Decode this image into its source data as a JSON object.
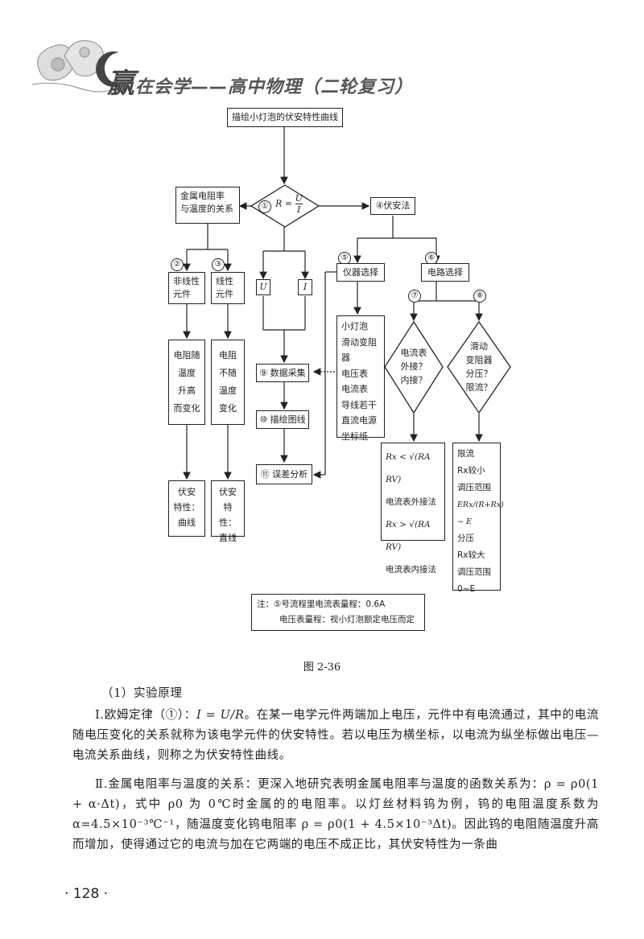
{
  "header": {
    "win_char": "赢",
    "title": "在会学——高中物理（二轮复习）"
  },
  "flow": {
    "top": "描绘小灯泡的伏安特性曲线",
    "n1": "①",
    "formula_lhs": "R =",
    "formula_num": "U",
    "formula_den": "I",
    "metal": [
      "金属电阻率",
      "与温度的关系"
    ],
    "n4_label": "④伏安法",
    "n2": "②",
    "n3": "③",
    "n5": "⑤",
    "n6": "⑥",
    "n7": "⑦",
    "n8": "⑧",
    "nonlinear": [
      "非线性",
      "元件"
    ],
    "linear": [
      "线性",
      "元件"
    ],
    "u_label": "U",
    "i_label": "I",
    "instrument": "仪器选择",
    "circuit": "电路选择",
    "resist_vary": [
      "电阻随",
      "温度",
      "升高",
      "而变化"
    ],
    "resist_fixed": [
      "电阻",
      "不随",
      "温度",
      "变化"
    ],
    "equipment": [
      "小灯泡",
      "滑动变阻器",
      "电压表",
      "电流表",
      "导线若干",
      "直流电源",
      "坐标纸"
    ],
    "ammeter_q": [
      "电流表",
      "外接？",
      "内接？"
    ],
    "rheo_q": [
      "滑动",
      "变阻器",
      "分压？",
      "限流？"
    ],
    "step9": "⑨ 数据采集",
    "step10": "⑩ 描绘图线",
    "step11": "⑪ 误差分析",
    "va_curve": [
      "伏安",
      "特性：",
      "曲线"
    ],
    "va_line": [
      "伏安",
      "特性：",
      "直线"
    ],
    "ext_cond": "Rx < √(RA RV)",
    "ext_label": "电流表外接法",
    "int_cond": "Rx > √(RA RV)",
    "int_label": "电流表内接法",
    "limit": [
      "限流",
      "Rx较小",
      "调压范围",
      "ERx/(R+Rx) ~ E",
      "分压",
      "Rx较大",
      "调压范围",
      "0~E"
    ],
    "note1": "注：⑤号流程里电流表量程：0.6A",
    "note2": "电压表量程：视小灯泡额定电压而定"
  },
  "caption": "图 2-36",
  "body": {
    "p0": "（1）实验原理",
    "p1_a": "Ⅰ.欧姆定律（①）：",
    "p1_eq": "I = U/R",
    "p1_b": "。在某一电学元件两端加上电压，元件中有电流通过，其中的电流随电压变化的关系就称为该电学元件的伏安特性。若以电压为横坐标，以电流为纵坐标做出电压—电流关系曲线，则称之为伏安特性曲线。",
    "p2": "Ⅱ.金属电阻率与温度的关系：更深入地研究表明金属电阻率与温度的函数关系为：ρ = ρ0(1 + α·Δt)，式中 ρ0 为 0℃时金属的的电阻率。以灯丝材料钨为例，钨的电阻温度系数为α=4.5×10⁻³℃⁻¹，随温度变化钨电阻率 ρ = ρ0(1 + 4.5×10⁻³Δt)。因此钨的电阻随温度升高而增加，使得通过它的电流与加在它两端的电压不成正比，其伏安特性为一条曲"
  },
  "page_number": "· 128 ·"
}
